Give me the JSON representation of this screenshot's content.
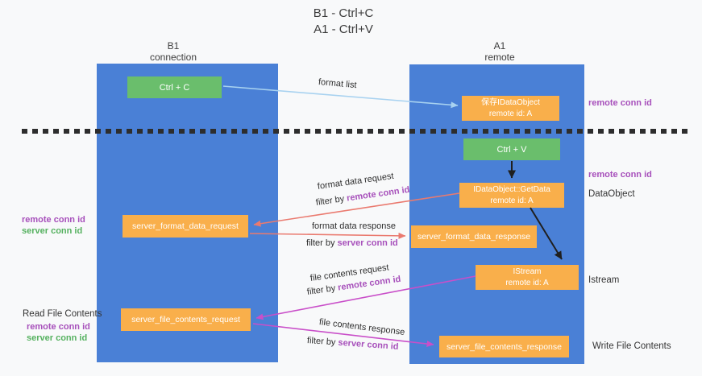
{
  "title": {
    "line1": "B1 - Ctrl+C",
    "line2": "A1 - Ctrl+V"
  },
  "columns": {
    "left": {
      "name": "B1",
      "role": "connection"
    },
    "right": {
      "name": "A1",
      "role": "remote"
    }
  },
  "boxes": {
    "ctrl_c": {
      "label": "Ctrl + C"
    },
    "ctrl_v": {
      "label": "Ctrl + V"
    },
    "save_dataobject": {
      "line1": "保存IDataObject",
      "line2": "remote id: A"
    },
    "getdata": {
      "line1": "IDataObject::GetData",
      "line2": "remote id: A"
    },
    "istream": {
      "line1": "IStream",
      "line2": "remote id: A"
    },
    "format_request": {
      "label": "server_format_data_request"
    },
    "format_response": {
      "label": "server_format_data_response"
    },
    "file_request": {
      "label": "server_file_contents_request"
    },
    "file_response": {
      "label": "server_file_contents_response"
    }
  },
  "side_labels": {
    "right_remote_conn_id_1": "remote conn id",
    "right_remote_conn_id_2": "remote conn id",
    "dataobject": "DataObject",
    "istream": "Istream",
    "write_file_contents": "Write File Contents",
    "left_remote_conn_id_1": "remote conn id",
    "left_server_conn_id_1": "server conn id",
    "read_file_contents": "Read File Contents",
    "left_remote_conn_id_2": "remote conn id",
    "left_server_conn_id_2": "server conn id"
  },
  "arrows": {
    "format_list": {
      "label": "format list"
    },
    "format_data_request": {
      "label": "format data request",
      "filter_prefix": "filter by",
      "filter_value": "remote conn id"
    },
    "format_data_response": {
      "label": "format data response",
      "filter_prefix": "filter by",
      "filter_value": "server conn id"
    },
    "file_contents_request": {
      "label": "file contents request",
      "filter_prefix": "filter by",
      "filter_value": "remote conn id"
    },
    "file_contents_response": {
      "label": "file contents response",
      "filter_prefix": "filter by",
      "filter_value": "server conn id"
    }
  },
  "colors": {
    "background": "#f8f9fa",
    "column_blue": "#4a80d6",
    "box_orange": "#f9af4b",
    "box_green": "#6abe6c",
    "label_purple": "#a750bb",
    "label_green": "#55b15f",
    "arrow_red": "#ea7a6f",
    "arrow_magenta": "#c94fc9",
    "arrow_light_blue": "#a8d2f0",
    "arrow_black": "#1f1f1f",
    "dashed_separator": "#2d2d2d"
  }
}
